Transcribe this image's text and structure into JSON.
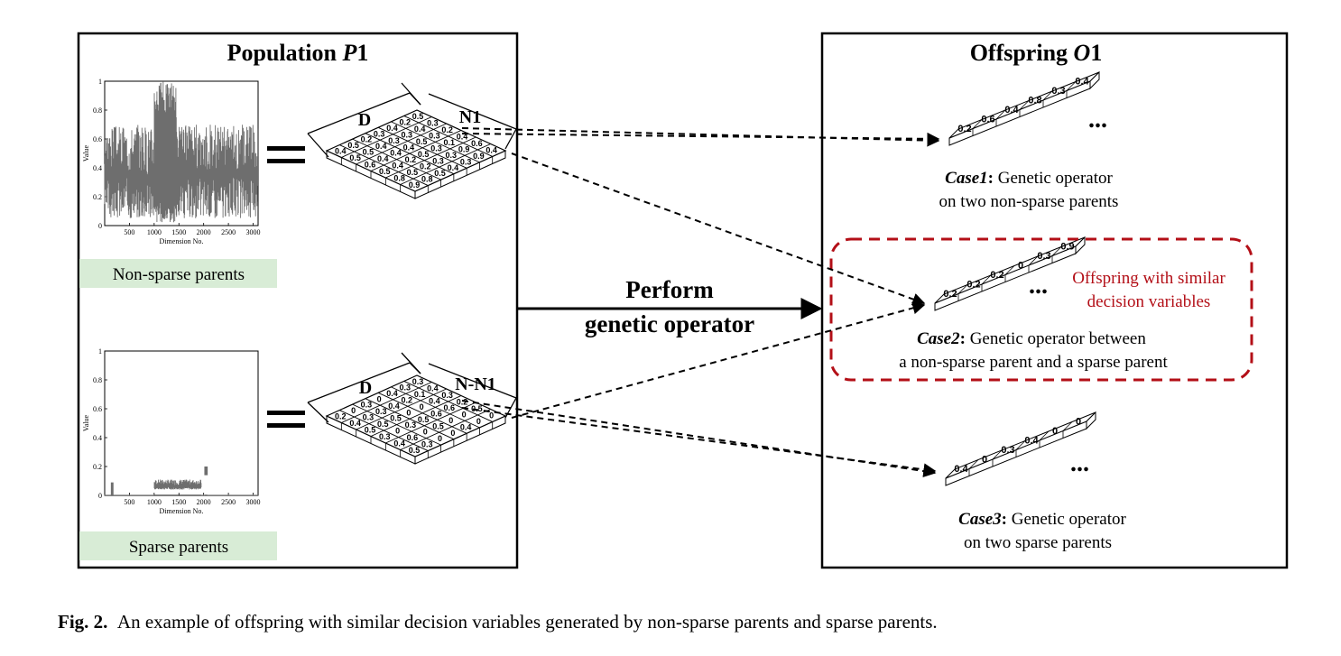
{
  "left_panel": {
    "title_prefix": "Population ",
    "title_var": "P",
    "title_suffix": "1",
    "plot_top": {
      "ylabel": "Value",
      "xlabel": "Dimension No.",
      "yticks": [
        "0",
        "0.2",
        "0.4",
        "0.6",
        "0.8",
        "1"
      ],
      "xticks": [
        "500",
        "1000",
        "1500",
        "2000",
        "2500",
        "3000"
      ]
    },
    "plot_bottom": {
      "ylabel": "Value",
      "xlabel": "Dimension No.",
      "yticks": [
        "0",
        "0.2",
        "0.4",
        "0.6",
        "0.8",
        "1"
      ],
      "xticks": [
        "500",
        "1000",
        "1500",
        "2000",
        "2500",
        "3000"
      ]
    },
    "nonsparse_label": "Non-sparse parents",
    "sparse_label": "Sparse parents",
    "grid_top": {
      "dim_label": "D",
      "count_label": "N1",
      "cells": [
        [
          "0.4",
          "0.5",
          "0.6",
          "0.5",
          "0.8",
          "0.9"
        ],
        [
          "0.5",
          "0.5",
          "0.4",
          "0.4",
          "0.5",
          "0.8"
        ],
        [
          "0.2",
          "0.4",
          "0.4",
          "0.2",
          "0.2",
          "0.5"
        ],
        [
          "0.3",
          "0.3",
          "0.4",
          "0.5",
          "0.3",
          "0.4"
        ],
        [
          "0.4",
          "0.3",
          "0.5",
          "0.3",
          "0.3",
          "0.3"
        ],
        [
          "0.2",
          "0.4",
          "0.3",
          "0.1",
          "0.9",
          "0.9"
        ],
        [
          "0.5",
          "0.3",
          "0.2",
          "0.4",
          "0.6",
          "0.4"
        ]
      ]
    },
    "grid_bottom": {
      "dim_label": "D",
      "count_label": "N-N1",
      "cells": [
        [
          "0.2",
          "0.4",
          "0.5",
          "0.3",
          "0.4",
          "0.5"
        ],
        [
          "0",
          "0.3",
          "0.5",
          "0",
          "0.6",
          "0.3"
        ],
        [
          "0.3",
          "0.3",
          "0.5",
          "0.3",
          "0",
          "0"
        ],
        [
          "0",
          "0.4",
          "0",
          "0.5",
          "0.5",
          "0"
        ],
        [
          "0.4",
          "0.2",
          "0",
          "0.6",
          "0",
          "0.4"
        ],
        [
          "0.3",
          "0.1",
          "0.4",
          "0.6",
          "0",
          "0"
        ],
        [
          "0.3",
          "0.4",
          "0.3",
          "0.2",
          "0.5",
          "0"
        ]
      ]
    }
  },
  "center": {
    "line1": "Perform",
    "line2": "genetic operator"
  },
  "right_panel": {
    "title_prefix": "Offspring ",
    "title_var": "O",
    "title_suffix": "1",
    "strip1": [
      "0.2",
      "0.6",
      "0.4",
      "0.8",
      "0.3",
      "0.4"
    ],
    "strip2": [
      "0.2",
      "0.2",
      "0.2",
      "0",
      "0.3",
      "0.9"
    ],
    "strip3": [
      "0.4",
      "0",
      "0.3",
      "0.4",
      "0",
      "0"
    ],
    "ellipsis": "...",
    "case1_name": "Case1",
    "case1_text": ": Genetic operator",
    "case1_line2": "on two non-sparse parents",
    "case2_name": "Case2",
    "case2_text": ": Genetic operator between",
    "case2_line2": "a non-sparse parent and a sparse parent",
    "case3_name": "Case3",
    "case3_text": ": Genetic operator",
    "case3_line2": "on  two sparse parents",
    "similar_note_line1": "Offspring with similar",
    "similar_note_line2": "decision variables"
  },
  "colors": {
    "label_bg": "#d8ecd6",
    "highlight": "#b30f17",
    "plot_line": "#6e6e6e"
  },
  "caption": {
    "label": "Fig. 2.",
    "text": "An example of offspring with similar decision variables generated by non-sparse parents and sparse parents."
  }
}
